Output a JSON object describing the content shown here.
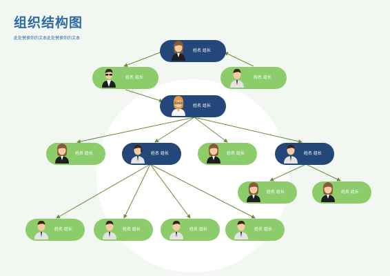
{
  "header": {
    "title": "组织结构图",
    "subtitle": "此处替换你的文本此处替换你的文本"
  },
  "colors": {
    "green_node": "#8ccc6b",
    "blue_node": "#244779",
    "connector": "#6a8a3c",
    "title": "#2b6aa6"
  },
  "nodes": {
    "top": {
      "label": "姓名 组长"
    },
    "left_advisor": {
      "label": "姓名 组长"
    },
    "right_advisor": {
      "label": "姓名 组长"
    },
    "middle": {
      "label": "姓名 组长"
    },
    "dept_1": {
      "label": "姓名 组长"
    },
    "dept_2": {
      "label": "姓名 组长"
    },
    "dept_3": {
      "label": "姓名 组长"
    },
    "dept_4": {
      "label": "姓名 组长"
    },
    "sub_4a": {
      "label": "姓名 组长"
    },
    "sub_4b": {
      "label": "姓名 组长"
    },
    "sub_2a": {
      "label": "姓名 组长"
    },
    "sub_2b": {
      "label": "姓名 组长"
    },
    "sub_2c": {
      "label": "姓名 组长"
    },
    "sub_2d": {
      "label": "姓名 组长"
    }
  }
}
